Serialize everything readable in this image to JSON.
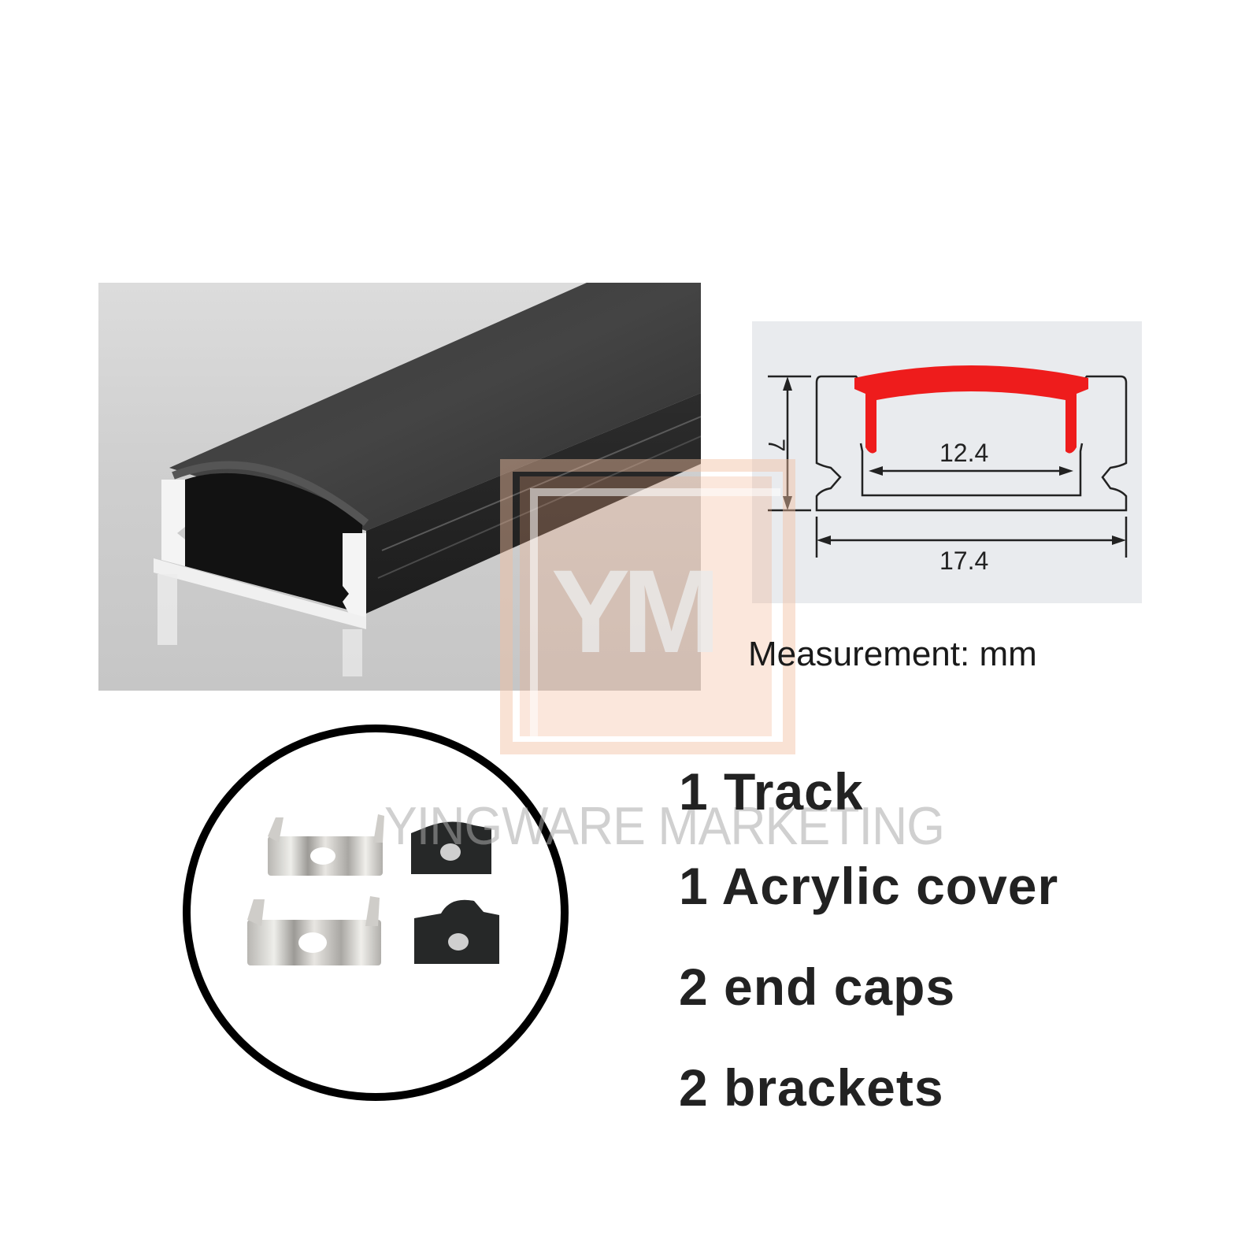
{
  "product_photo": {
    "subject": "black LED aluminium profile track with acrylic cover",
    "colors": {
      "cover": "#2a2a2a",
      "aluminium": "#f2f2f2",
      "background": "#d2d2d2"
    }
  },
  "diagram": {
    "title": "cross-section",
    "dimensions": {
      "height": "7",
      "inner_width": "12.4",
      "outer_width": "17.4"
    },
    "colors": {
      "cover": "#ee1c1c",
      "outline": "#222222",
      "background": "#e9ebee"
    }
  },
  "measurement_note": "Measurement: mm",
  "watermark": {
    "logo": "YM",
    "text": "YINGWARE MARKETING",
    "color": "#f2be9f"
  },
  "accessories": {
    "items": [
      {
        "name": "bracket",
        "count": 2
      },
      {
        "name": "end cap",
        "count": 2
      }
    ]
  },
  "contents": [
    {
      "label": "1 Track"
    },
    {
      "label": "1 Acrylic cover"
    },
    {
      "label": "2 end caps"
    },
    {
      "label": "2 brackets"
    }
  ]
}
